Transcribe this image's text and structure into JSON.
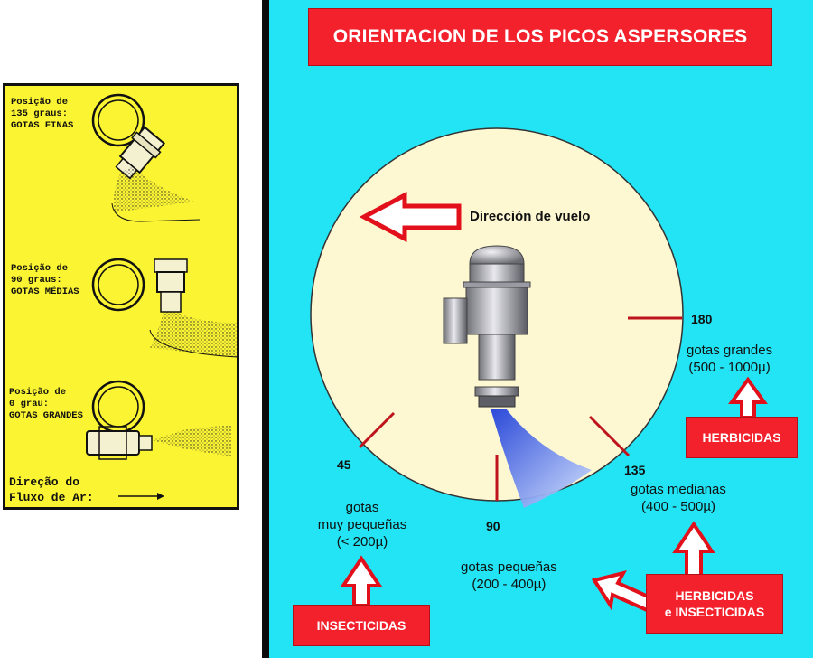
{
  "left_panel": {
    "positions": [
      {
        "lines": [
          "Posição de",
          "135 graus:",
          "GOTAS FINAS"
        ]
      },
      {
        "lines": [
          "Posição de",
          "90 graus:",
          "GOTAS MÉDIAS"
        ]
      },
      {
        "lines": [
          "Posição de",
          "0 grau:",
          "GOTAS GRANDES"
        ]
      }
    ],
    "flow": {
      "line1": "Direção do",
      "line2": "Fluxo de Ar:"
    }
  },
  "right_panel": {
    "title": "ORIENTACION DE LOS PICOS ASPERSORES",
    "flight_direction": "Dirección de vuelo",
    "angles": {
      "a45": "45",
      "a90": "90",
      "a135": "135",
      "a180": "180"
    },
    "droplets": {
      "large": {
        "line1": "gotas grandes",
        "line2": "(500 - 1000µ)"
      },
      "medium": {
        "line1": "gotas medianas",
        "line2": "(400 - 500µ)"
      },
      "small": {
        "line1": "gotas pequeñas",
        "line2": "(200 - 400µ)"
      },
      "very_small": {
        "line1": "gotas",
        "line2": "muy pequeñas",
        "line3": "(< 200µ)"
      }
    },
    "labels": {
      "herbicidas": "HERBICIDAS",
      "herb_insect": {
        "line1": "HERBICIDAS",
        "line2": "e INSECTICIDAS"
      },
      "insecticidas": "INSECTICIDAS"
    }
  },
  "colors": {
    "yellow": "#fbf432",
    "cyan": "#22e4f4",
    "red": "#f2212c",
    "dial": "#fdf7d2",
    "tick": "#c0141c"
  }
}
